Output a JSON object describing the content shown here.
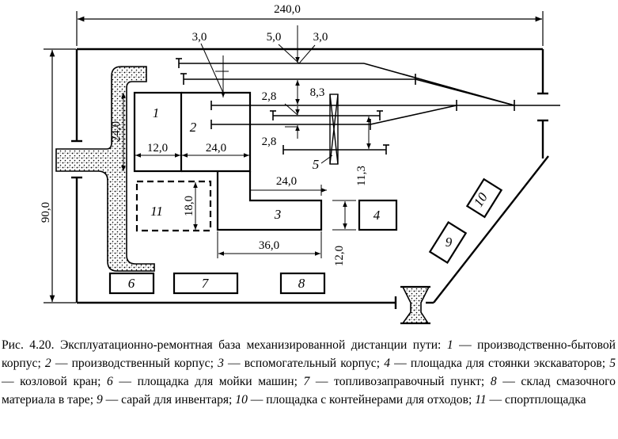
{
  "diagram": {
    "dims": {
      "total_width": "240,0",
      "total_height": "90,0",
      "d_3_0_left": "3,0",
      "d_5_0": "5,0",
      "d_3_0_right": "3,0",
      "d_8_3": "8,3",
      "d_2_8_top": "2,8",
      "d_2_8_bottom": "2,8",
      "d_24_0_vertical": "24,0",
      "d_12_0_b1": "12,0",
      "d_24_0_b2": "24,0",
      "d_24_0_b3": "24,0",
      "d_11_3": "11,3",
      "d_18_0": "18,0",
      "d_36_0": "36,0",
      "d_12_0_b3": "12,0"
    },
    "labels": {
      "b1": "1",
      "b2": "2",
      "b3": "3",
      "b4": "4",
      "b5": "5",
      "b6": "6",
      "b7": "7",
      "b8": "8",
      "b9": "9",
      "b10": "10",
      "b11": "11"
    }
  },
  "caption": {
    "prefix": "Рис. 4.20. Эксплуатационно-ремонтная база механизированной дистанции пути:",
    "items": [
      {
        "n": "1",
        "text": " — производственно-бытовой корпус; "
      },
      {
        "n": "2",
        "text": " — производственный корпус; "
      },
      {
        "n": "3",
        "text": " — вспомогательный корпус; "
      },
      {
        "n": "4",
        "text": " — площадка для стоянки экскаваторов; "
      },
      {
        "n": "5",
        "text": " — козловой кран; "
      },
      {
        "n": "6",
        "text": " — площадка для мойки машин; "
      },
      {
        "n": "7",
        "text": " — топливозаправочный пункт; "
      },
      {
        "n": "8",
        "text": " — склад смазочного материала в таре; "
      },
      {
        "n": "9",
        "text": " — сарай для инвентаря; "
      },
      {
        "n": "10",
        "text": " — площадка с контейнерами для отходов; "
      },
      {
        "n": "11",
        "text": " — спортплощадка"
      }
    ]
  }
}
